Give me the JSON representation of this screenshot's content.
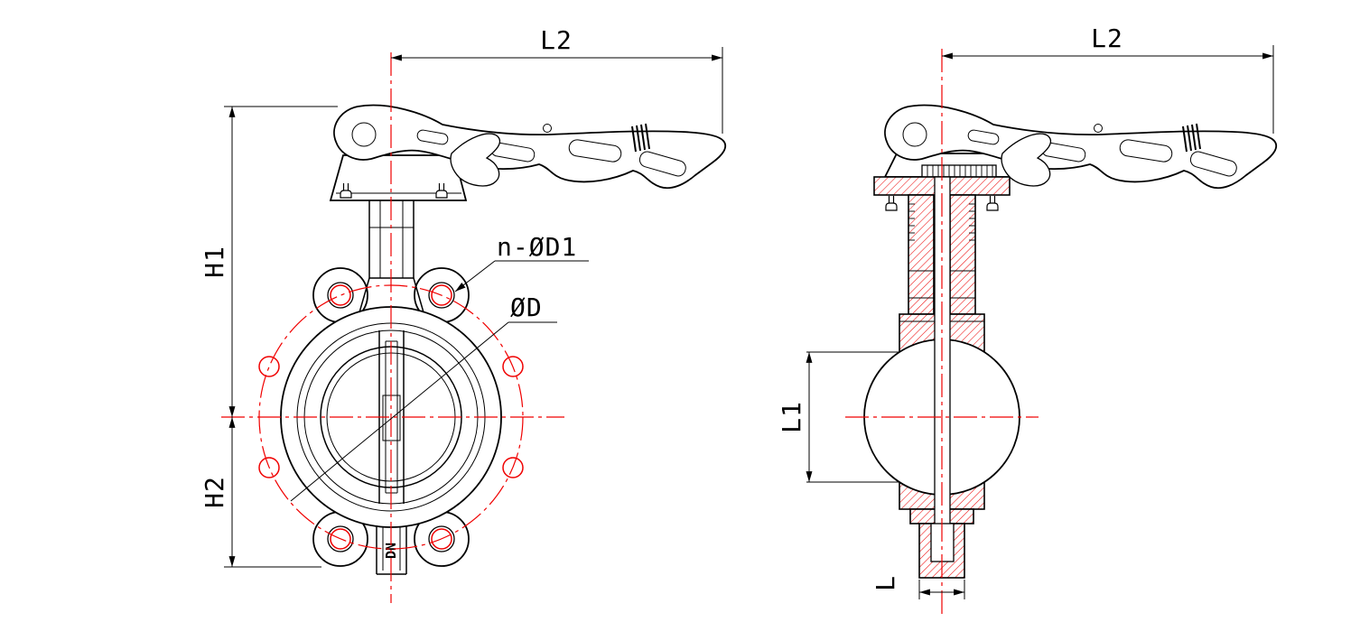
{
  "drawing": {
    "type": "technical-drawing",
    "subject": "wafer butterfly valve with lever handle, two orthographic views",
    "colors": {
      "line": "#000000",
      "centerline": "#f00000",
      "hatch": "#ee1111",
      "background": "#ffffff"
    },
    "front_view": {
      "dim_l2": "L2",
      "dim_h1": "H1",
      "dim_h2": "H2",
      "label_bolt_holes": "n-ØD1",
      "label_bore": "ØD",
      "bottom_mark": "DN"
    },
    "side_view": {
      "dim_l2": "L2",
      "dim_l1": "L1",
      "dim_l": "L"
    }
  }
}
